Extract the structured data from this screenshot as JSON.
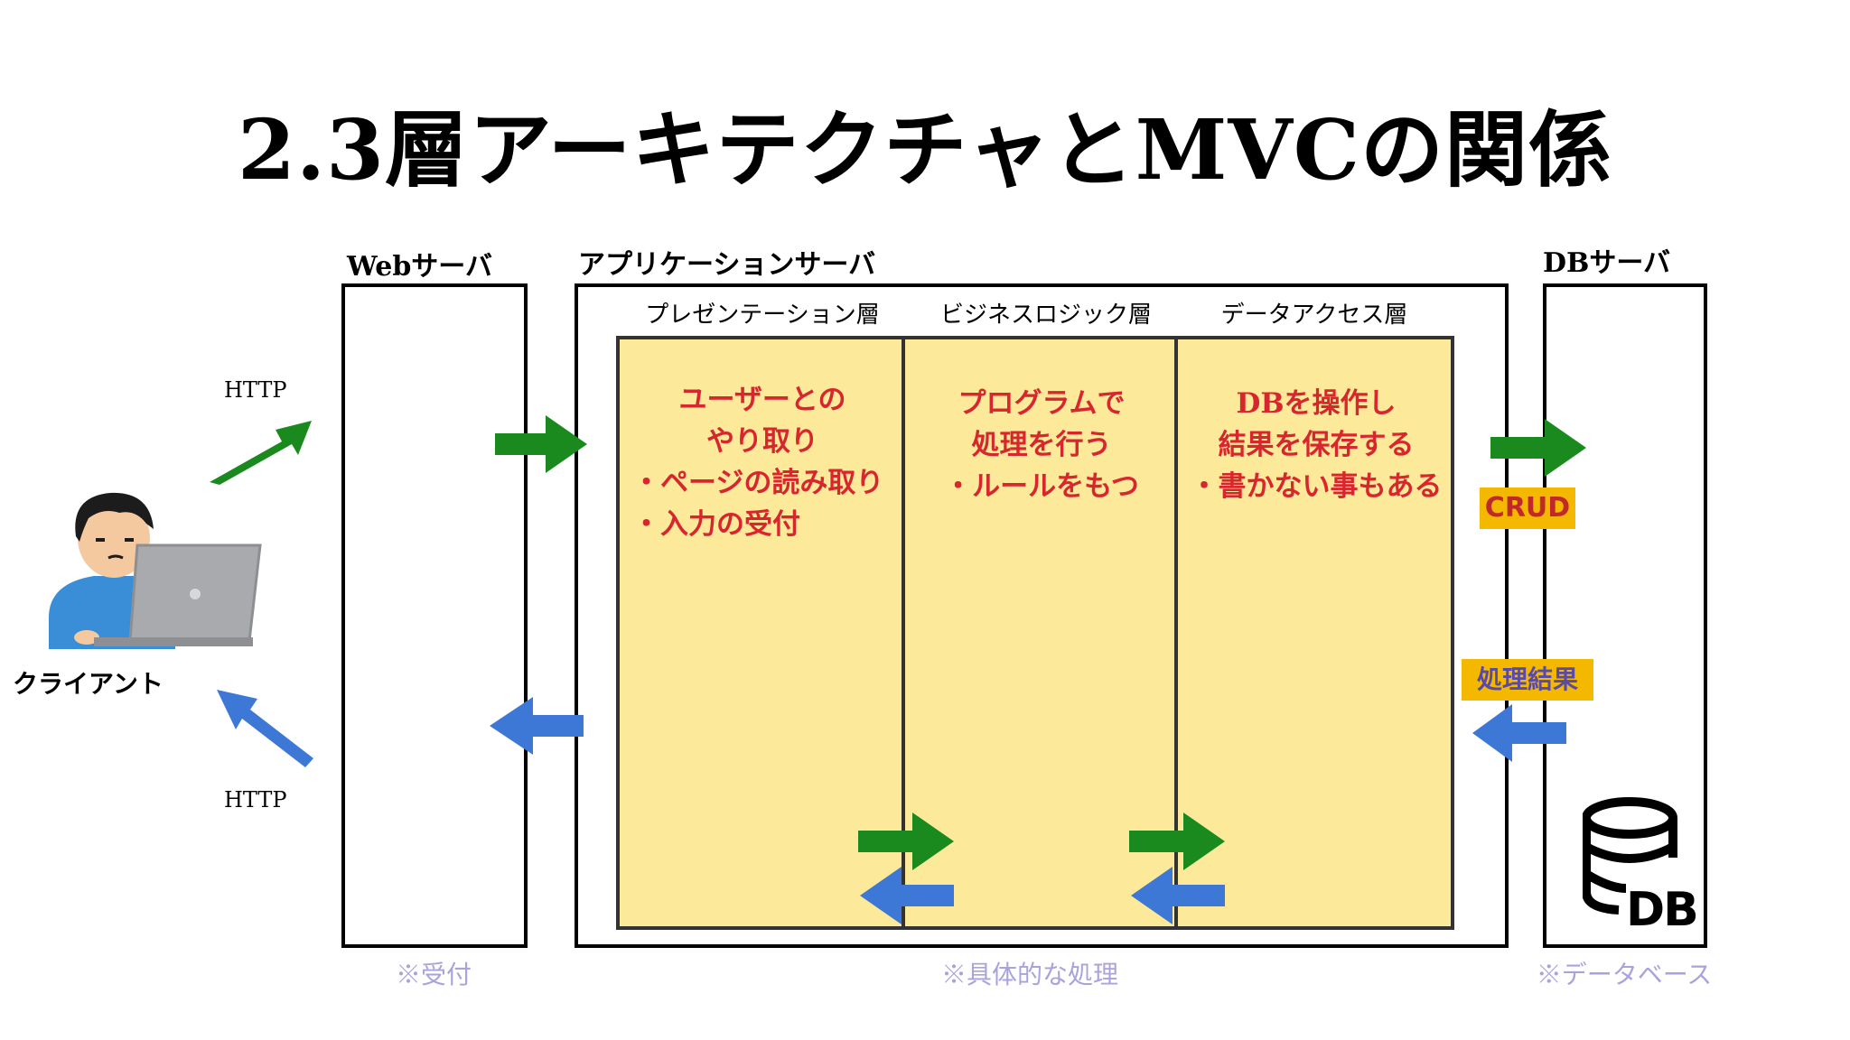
{
  "title": "2.3層アーキテクチャとMVCの関係",
  "servers": {
    "web": {
      "label": "Webサーバ",
      "note": "※受付"
    },
    "app": {
      "label": "アプリケーションサーバ",
      "note": "※具体的な処理"
    },
    "db": {
      "label": "DBサーバ",
      "note": "※データベース",
      "icon_text": "DB"
    }
  },
  "layers": [
    {
      "label": "プレゼンテーション層",
      "lines": [
        "ユーザーとの",
        "やり取り",
        "・ページの読み取り",
        "・入力の受付"
      ]
    },
    {
      "label": "ビジネスロジック層",
      "lines": [
        "プログラムで",
        "処理を行う",
        "・ルールをもつ"
      ]
    },
    {
      "label": "データアクセス層",
      "lines": [
        "DBを操作し",
        "結果を保存する",
        "・書かない事もある"
      ]
    }
  ],
  "client": {
    "label": "クライアント"
  },
  "protocol": {
    "request": "HTTP",
    "response": "HTTP"
  },
  "badges": {
    "crud": "CRUD",
    "result": "処理結果"
  },
  "colors": {
    "request_arrow": "#1a8a1f",
    "response_arrow": "#3d78d6",
    "layer_fill": "#fce99a",
    "layer_text": "#d7262e",
    "note": "#a9a3dd",
    "crud_bg": "#f5b800",
    "crud_text": "#c0282a",
    "result_bg": "#f5b800",
    "result_text": "#5a4aa8"
  }
}
